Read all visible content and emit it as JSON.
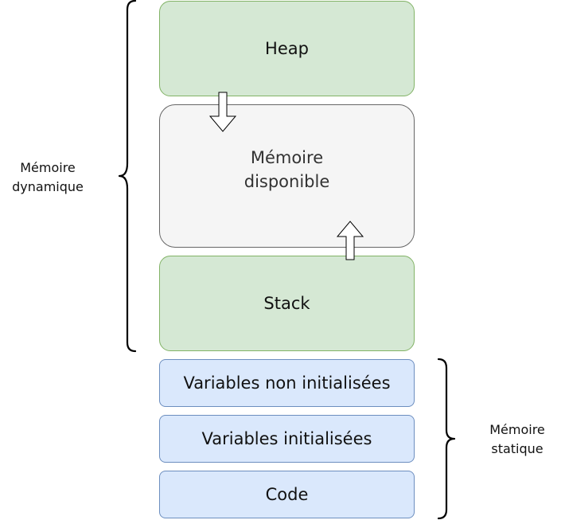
{
  "blocks": {
    "heap": "Heap",
    "free_memory": {
      "line1": "Mémoire",
      "line2": "disponible"
    },
    "stack": "Stack",
    "bss": "Variables non initialisées",
    "data": "Variables initialisées",
    "code": "Code"
  },
  "groups": {
    "dynamic": {
      "line1": "Mémoire",
      "line2": "dynamique"
    },
    "static": {
      "line1": "Mémoire",
      "line2": "statique"
    }
  },
  "colors": {
    "dynamic_fill": "#d5e8d4",
    "dynamic_stroke": "#82b366",
    "free_fill": "#f5f5f5",
    "free_stroke": "#666666",
    "static_fill": "#dae8fc",
    "static_stroke": "#6c8ebf"
  },
  "icons": [
    "heap-grows-down-arrow-icon",
    "stack-grows-up-arrow-icon",
    "left-curly-brace-icon",
    "right-curly-brace-icon"
  ]
}
